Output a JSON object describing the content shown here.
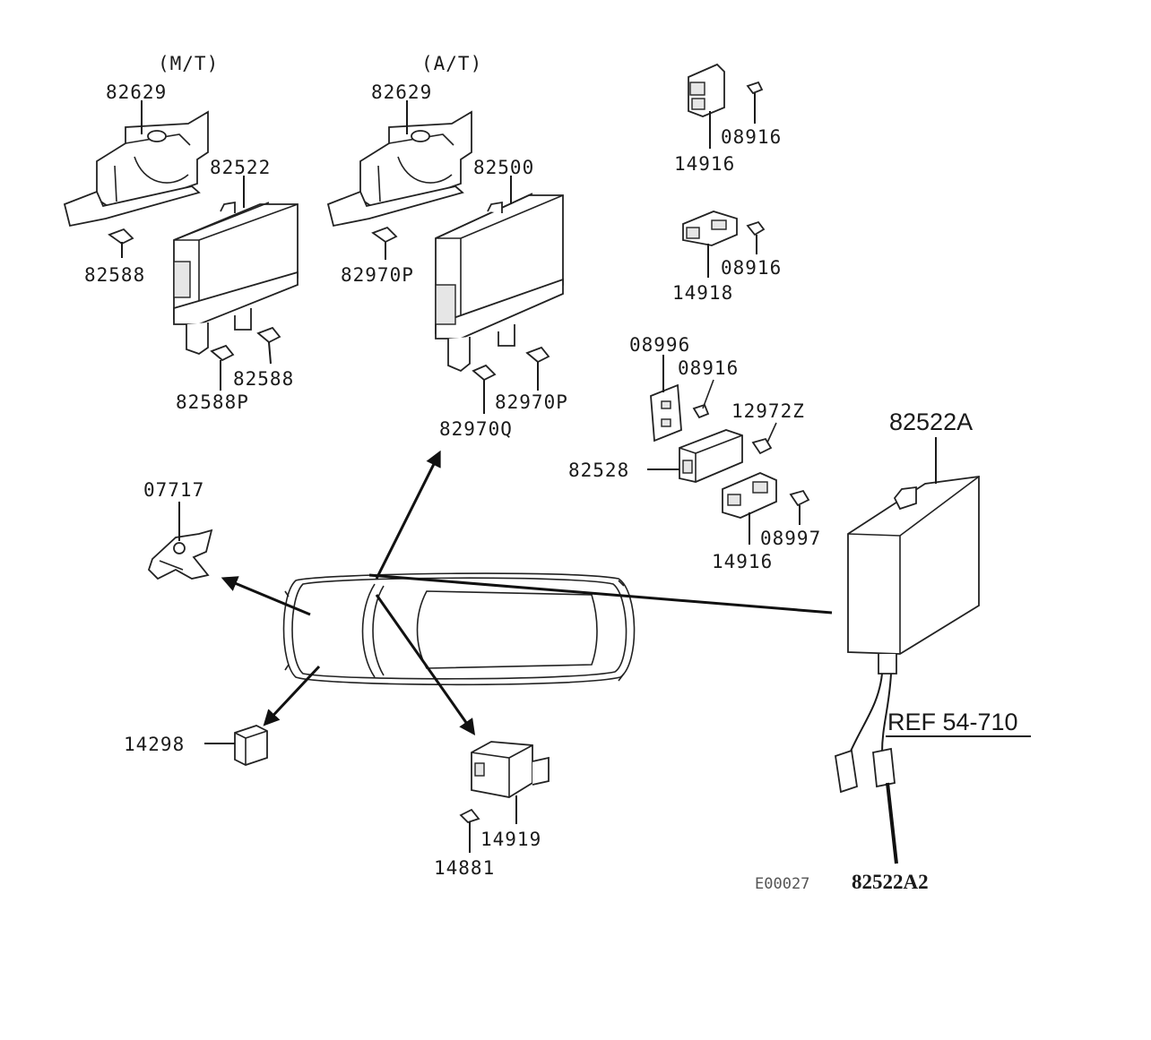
{
  "diagram": {
    "section_labels": {
      "mt": "(M/T)",
      "at": "(A/T)"
    },
    "parts": {
      "p82629_mt": "82629",
      "p82522": "82522",
      "p82588_a": "82588",
      "p82588_b": "82588",
      "p82588p": "82588P",
      "p82629_at": "82629",
      "p82500": "82500",
      "p82970p_a": "82970P",
      "p82970p_b": "82970P",
      "p82970q": "82970Q",
      "p08916_a": "08916",
      "p14916_a": "14916",
      "p08916_b": "08916",
      "p14918": "14918",
      "p08996": "08996",
      "p08916_c": "08916",
      "p12972z": "12972Z",
      "p82528": "82528",
      "p08997": "08997",
      "p14916_b": "14916",
      "p07717": "07717",
      "p14298": "14298",
      "p14919": "14919",
      "p14881": "14881",
      "p82522a": "82522A",
      "ref": "REF 54-710",
      "p82522a2": "82522A2",
      "figure_code": "E00027"
    }
  }
}
